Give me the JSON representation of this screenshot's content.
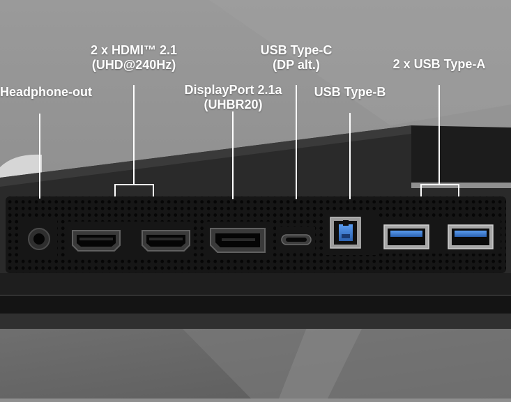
{
  "colors": {
    "background": "#8f8f8f",
    "panel": "#161616",
    "port_dark": "#0c0c0c",
    "usb_blue": "#3d7fd6",
    "label_text": "#ffffff",
    "leader_line": "#ffffff"
  },
  "labels": {
    "headphone": [
      "Headphone-out"
    ],
    "hdmi": [
      "2 x HDMI™ 2.1",
      "(UHD@240Hz)"
    ],
    "displayport": [
      "DisplayPort 2.1a",
      "(UHBR20)"
    ],
    "usb_c": [
      "USB Type-C",
      "(DP alt.)"
    ],
    "usb_b": [
      "USB Type-B"
    ],
    "usb_a": [
      "2 x USB Type-A"
    ]
  },
  "ports": [
    {
      "name": "headphone-jack",
      "icon": "audio-jack-icon"
    },
    {
      "name": "hdmi-port-1",
      "icon": "hdmi-port-icon"
    },
    {
      "name": "hdmi-port-2",
      "icon": "hdmi-port-icon"
    },
    {
      "name": "displayport-port",
      "icon": "displayport-icon"
    },
    {
      "name": "usb-c-port",
      "icon": "usb-c-icon"
    },
    {
      "name": "usb-b-port",
      "icon": "usb-b-icon"
    },
    {
      "name": "usb-a-port-1",
      "icon": "usb-a-icon"
    },
    {
      "name": "usb-a-port-2",
      "icon": "usb-a-icon"
    }
  ]
}
